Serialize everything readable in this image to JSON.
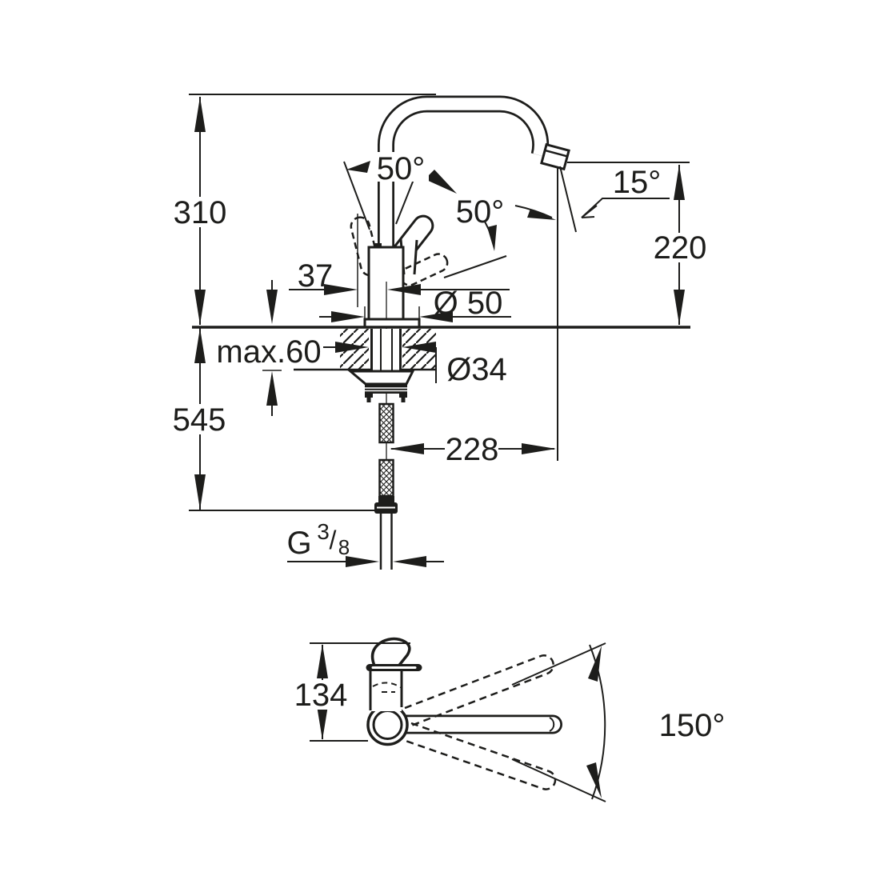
{
  "drawing": {
    "side_view": {
      "dim_height_above_counter": "310",
      "dim_spout_height": "220",
      "dim_handle_angle_left": "50°",
      "dim_handle_angle_right": "50°",
      "dim_spout_tip_angle": "15°",
      "dim_handle_offset": "37",
      "dim_base_diameter": "Ø 50",
      "dim_max_counter_thickness": "max.60",
      "dim_hole_diameter": "Ø34",
      "dim_height_below_counter": "545",
      "dim_spout_reach": "228",
      "thread": {
        "prefix": "G",
        "numerator": "3",
        "slash": "/",
        "denominator": "8"
      }
    },
    "top_view": {
      "dim_body_depth": "134",
      "dim_swivel_angle": "150°"
    }
  },
  "colors": {
    "line": "#1d1d1b",
    "background": "#ffffff"
  }
}
